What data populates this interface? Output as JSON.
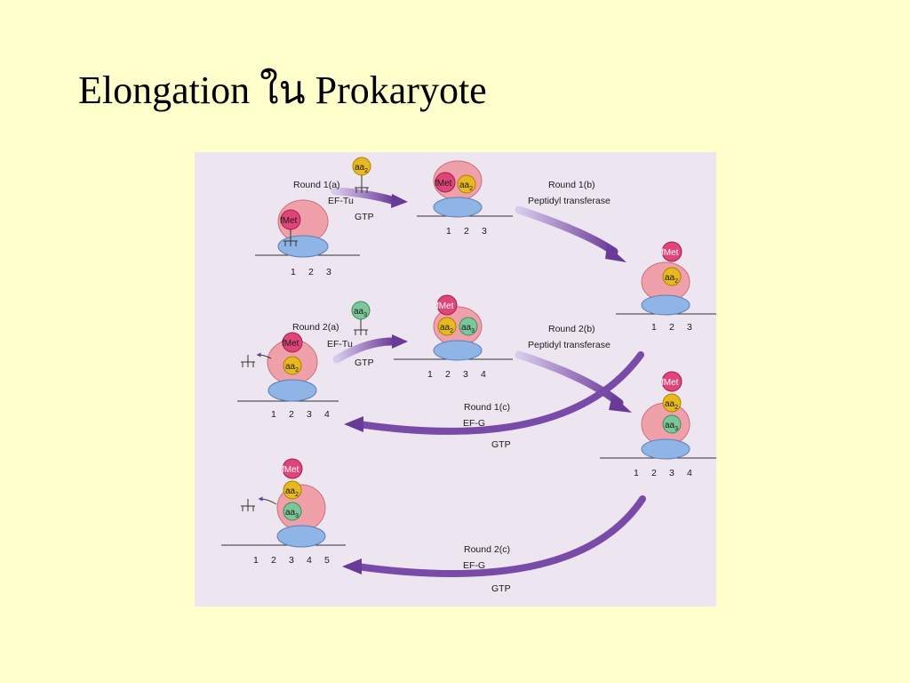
{
  "slide": {
    "title": "Elongation ใน Prokaryote"
  },
  "colors": {
    "background": "#ffffcc",
    "panel": "#ede6f1",
    "large_subunit": "#f0a0a8",
    "small_subunit": "#8fb4e6",
    "fmet": "#e0457a",
    "aa2": "#e8b820",
    "aa3": "#7cc79a",
    "arrow": "#7a4aa8"
  },
  "figure": {
    "steps": {
      "r1a": {
        "round": "Round 1(a)",
        "factor": "EF-Tu",
        "energy": "GTP"
      },
      "r1b": {
        "round": "Round 1(b)",
        "enzyme": "Peptidyl transferase"
      },
      "r1c": {
        "round": "Round 1(c)",
        "factor": "EF-G",
        "energy": "GTP"
      },
      "r2a": {
        "round": "Round 2(a)",
        "factor": "EF-Tu",
        "energy": "GTP"
      },
      "r2b": {
        "round": "Round 2(b)",
        "enzyme": "Peptidyl transferase"
      },
      "r2c": {
        "round": "Round 2(c)",
        "factor": "EF-G",
        "energy": "GTP"
      }
    },
    "molecules": {
      "fmet": "fMet",
      "aa2": "aa",
      "aa2_sub": "2",
      "aa3": "aa",
      "aa3_sub": "3"
    },
    "codons": [
      "1",
      "2",
      "3",
      "4",
      "5"
    ]
  }
}
